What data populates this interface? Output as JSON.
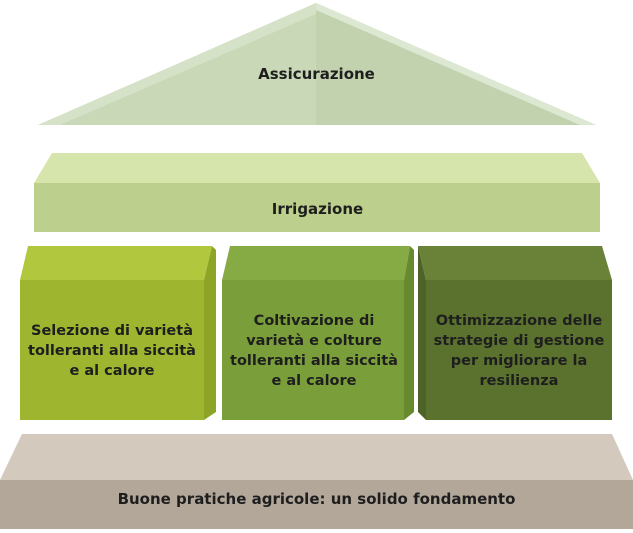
{
  "roof": {
    "label": "Assicurazione"
  },
  "beam": {
    "label": "Irrigazione"
  },
  "pillars": [
    {
      "label": "Selezione di varietà tolleranti alla siccità e al calore"
    },
    {
      "label": "Coltivazione di varietà e colture tolleranti alla siccità e al calore"
    },
    {
      "label": "Ottimizzazione delle strategie di gestione per migliorare la resilienza"
    }
  ],
  "base": {
    "label": "Buone pratiche agricole: un solido fondamento"
  },
  "colors": {
    "roof_light": "#dce7d2",
    "roof_face": "#c2d2ae",
    "beam_top": "#d3e3a8",
    "beam_face": "#bccf8c",
    "pillar1": "#a0b930",
    "pillar1_side": "#8aa324",
    "pillar2": "#7da23c",
    "pillar2_side": "#6a8d30",
    "pillar3": "#5d7430",
    "pillar3_side": "#4c6126",
    "base_top": "#d4c9bd",
    "base_face": "#b5a99c"
  }
}
